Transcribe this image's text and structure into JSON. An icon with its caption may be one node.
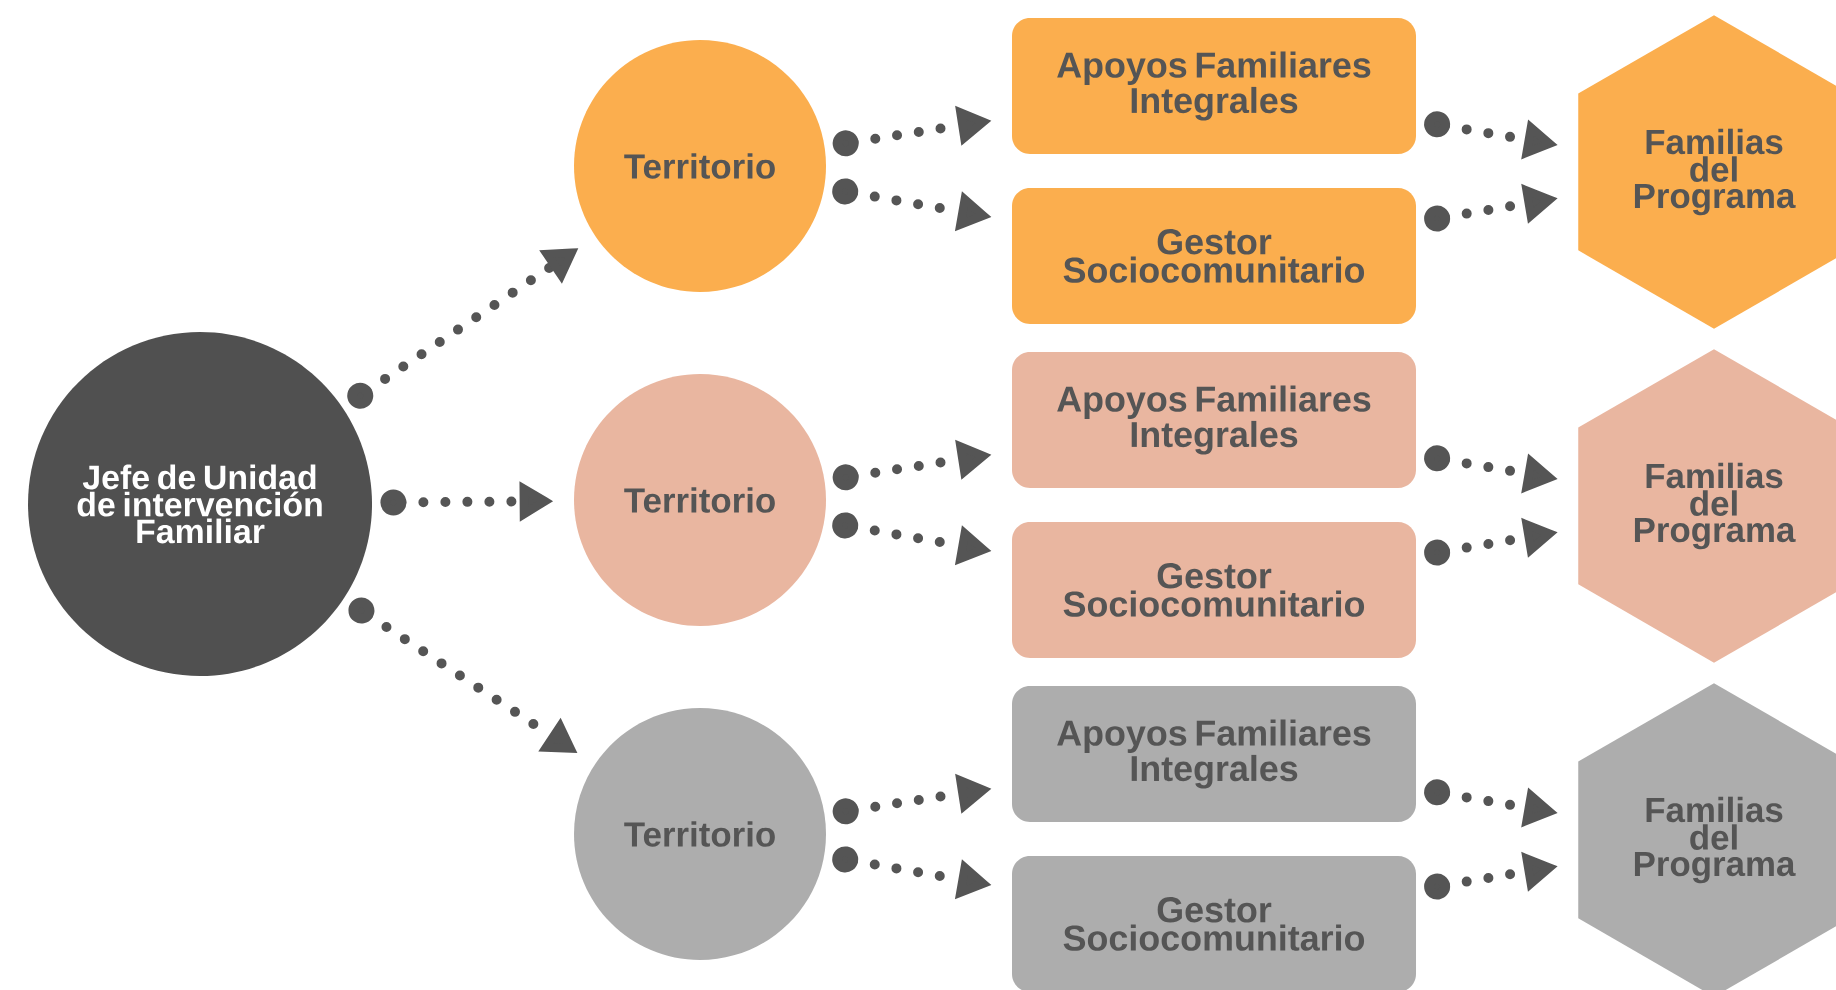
{
  "diagram": {
    "nodes": [
      {
        "text": [
          "Jefe de Unidad de intervención Familiar"
        ]
      },
      {
        "text": [
          "Territorio"
        ]
      },
      {
        "text": [
          "Apoyos Familiares Integrales"
        ]
      },
      {
        "text": [
          "Gestor Sociocomunitario"
        ]
      },
      {
        "text": [
          "Familias del Programa"
        ]
      },
      {
        "text": [
          "Territorio"
        ]
      },
      {
        "text": [
          "Apoyos Familiares Integrales"
        ]
      },
      {
        "text": [
          "Gestor Sociocomunitario"
        ]
      },
      {
        "text": [
          "Familias del Programa"
        ]
      },
      {
        "text": [
          "Territorio"
        ]
      },
      {
        "text": [
          "Apoyos Familiares Integrales"
        ]
      },
      {
        "text": [
          "Gestor Sociocomunitario"
        ]
      },
      {
        "text": [
          "Familias del Programa"
        ]
      }
    ],
    "edges": [
      {
        "from": 0,
        "to": 1,
        "arrow": "to"
      },
      {
        "from": 0,
        "to": 5,
        "arrow": "to"
      },
      {
        "from": 0,
        "to": 9,
        "arrow": "to"
      },
      {
        "from": 1,
        "to": 2,
        "arrow": "to"
      },
      {
        "from": 1,
        "to": 3,
        "arrow": "to"
      },
      {
        "from": 2,
        "to": 4,
        "arrow": "to"
      },
      {
        "from": 3,
        "to": 4,
        "arrow": "to"
      },
      {
        "from": 5,
        "to": 6,
        "arrow": "to"
      },
      {
        "from": 5,
        "to": 7,
        "arrow": "to"
      },
      {
        "from": 6,
        "to": 8,
        "arrow": "to"
      },
      {
        "from": 7,
        "to": 8,
        "arrow": "to"
      },
      {
        "from": 9,
        "to": 10,
        "arrow": "to"
      },
      {
        "from": 9,
        "to": 11,
        "arrow": "to"
      },
      {
        "from": 10,
        "to": 12,
        "arrow": "to"
      },
      {
        "from": 11,
        "to": 12,
        "arrow": "to"
      }
    ]
  }
}
